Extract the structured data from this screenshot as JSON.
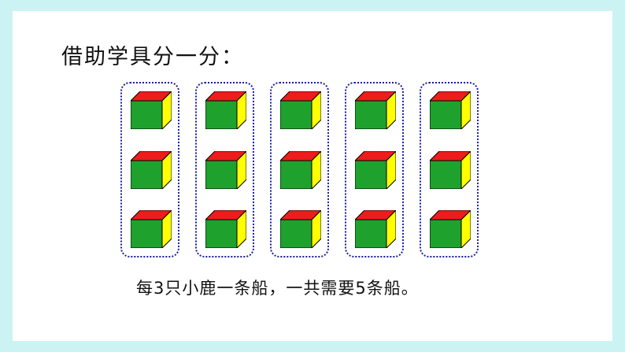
{
  "slide": {
    "title": "借助学具分一分：",
    "caption": "每3只小鹿一条船，一共需要5条船。"
  },
  "groups": [
    {
      "cubes": 3
    },
    {
      "cubes": 3
    },
    {
      "cubes": 3
    },
    {
      "cubes": 3
    },
    {
      "cubes": 3
    }
  ],
  "colors": {
    "cube_top": "#ee1c1c",
    "cube_front": "#1fa12e",
    "cube_side": "#ffff00",
    "group_border": "#1a1aa0",
    "frame": "#ccf3f3"
  }
}
